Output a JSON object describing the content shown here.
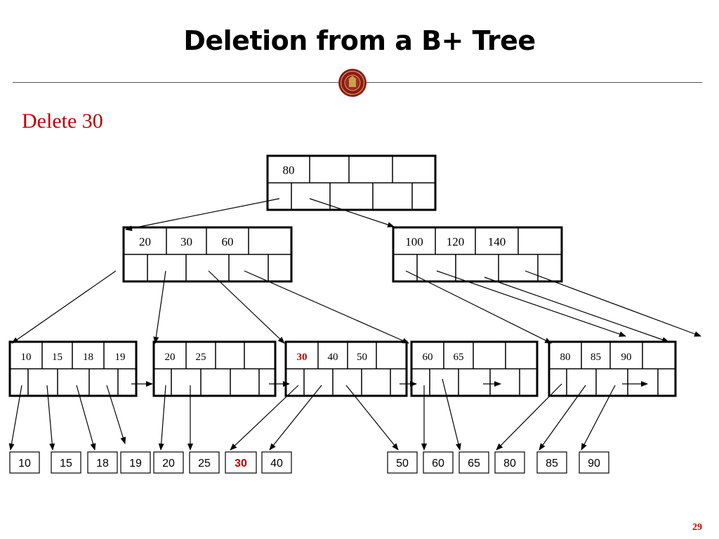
{
  "title": "Deletion from a B+ Tree",
  "subtitle": "Delete 30",
  "page_number": "29",
  "colors": {
    "accent": "#c00000",
    "text": "#000000",
    "rule": "#555555",
    "seal": "#8b1a1a",
    "seal_gold": "#c9a24a"
  },
  "tree": {
    "root": {
      "keys": [
        "80",
        "",
        "",
        ""
      ]
    },
    "internal": [
      {
        "keys": [
          "20",
          "30",
          "60",
          ""
        ]
      },
      {
        "keys": [
          "100",
          "120",
          "140",
          ""
        ]
      }
    ],
    "leaves": [
      {
        "keys": [
          "10",
          "15",
          "18",
          "19"
        ],
        "highlight": []
      },
      {
        "keys": [
          "20",
          "25",
          "",
          ""
        ],
        "highlight": []
      },
      {
        "keys": [
          "30",
          "40",
          "50",
          ""
        ],
        "highlight": [
          "30"
        ]
      },
      {
        "keys": [
          "60",
          "65",
          "",
          ""
        ],
        "highlight": []
      },
      {
        "keys": [
          "80",
          "85",
          "90",
          ""
        ],
        "highlight": []
      }
    ],
    "records": [
      {
        "value": "10",
        "highlight": false
      },
      {
        "value": "15",
        "highlight": false
      },
      {
        "value": "18",
        "highlight": false
      },
      {
        "value": "19",
        "highlight": false
      },
      {
        "value": "20",
        "highlight": false
      },
      {
        "value": "25",
        "highlight": false
      },
      {
        "value": "30",
        "highlight": true
      },
      {
        "value": "40",
        "highlight": false
      },
      {
        "value": "50",
        "highlight": false
      },
      {
        "value": "60",
        "highlight": false
      },
      {
        "value": "65",
        "highlight": false
      },
      {
        "value": "80",
        "highlight": false
      },
      {
        "value": "85",
        "highlight": false
      },
      {
        "value": "90",
        "highlight": false
      }
    ]
  }
}
